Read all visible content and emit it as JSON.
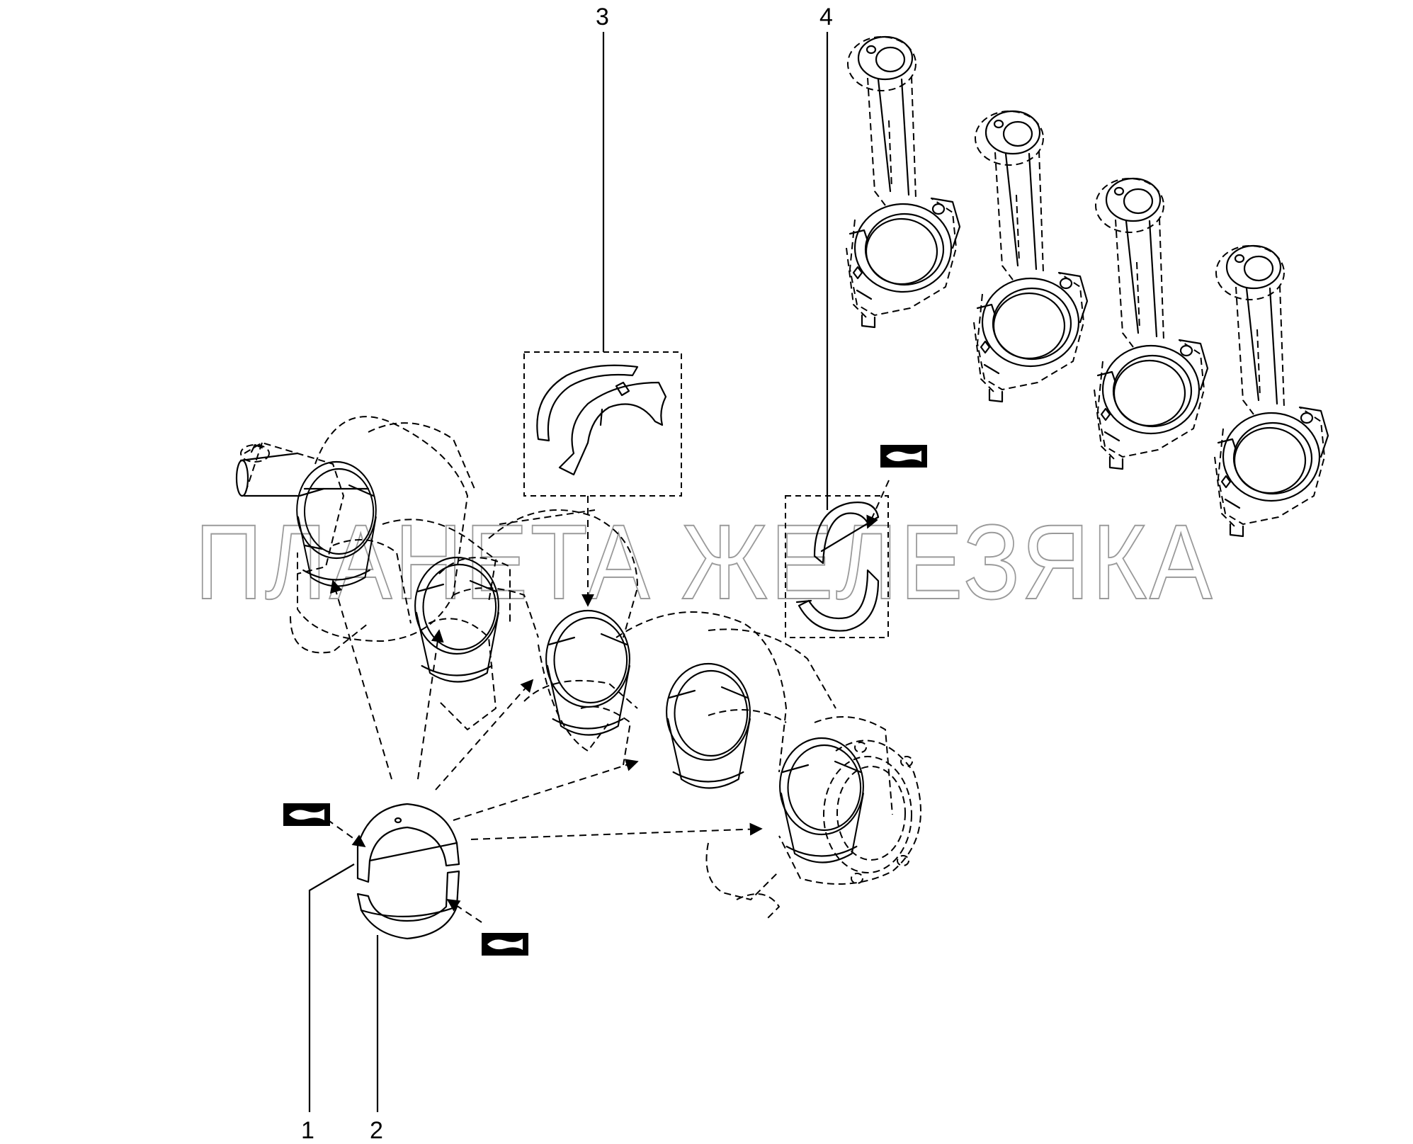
{
  "watermark": "ПЛАНЕТА ЖЕЛЕЗЯКА",
  "callouts": [
    {
      "id": "1",
      "label": "1"
    },
    {
      "id": "2",
      "label": "2"
    },
    {
      "id": "3",
      "label": "3"
    },
    {
      "id": "4",
      "label": "4"
    }
  ],
  "colors": {
    "line": "#000000",
    "watermark": "#9a9a9a",
    "background": "#ffffff"
  },
  "icons": [
    "grease-mark-icon",
    "arrow-icon"
  ]
}
